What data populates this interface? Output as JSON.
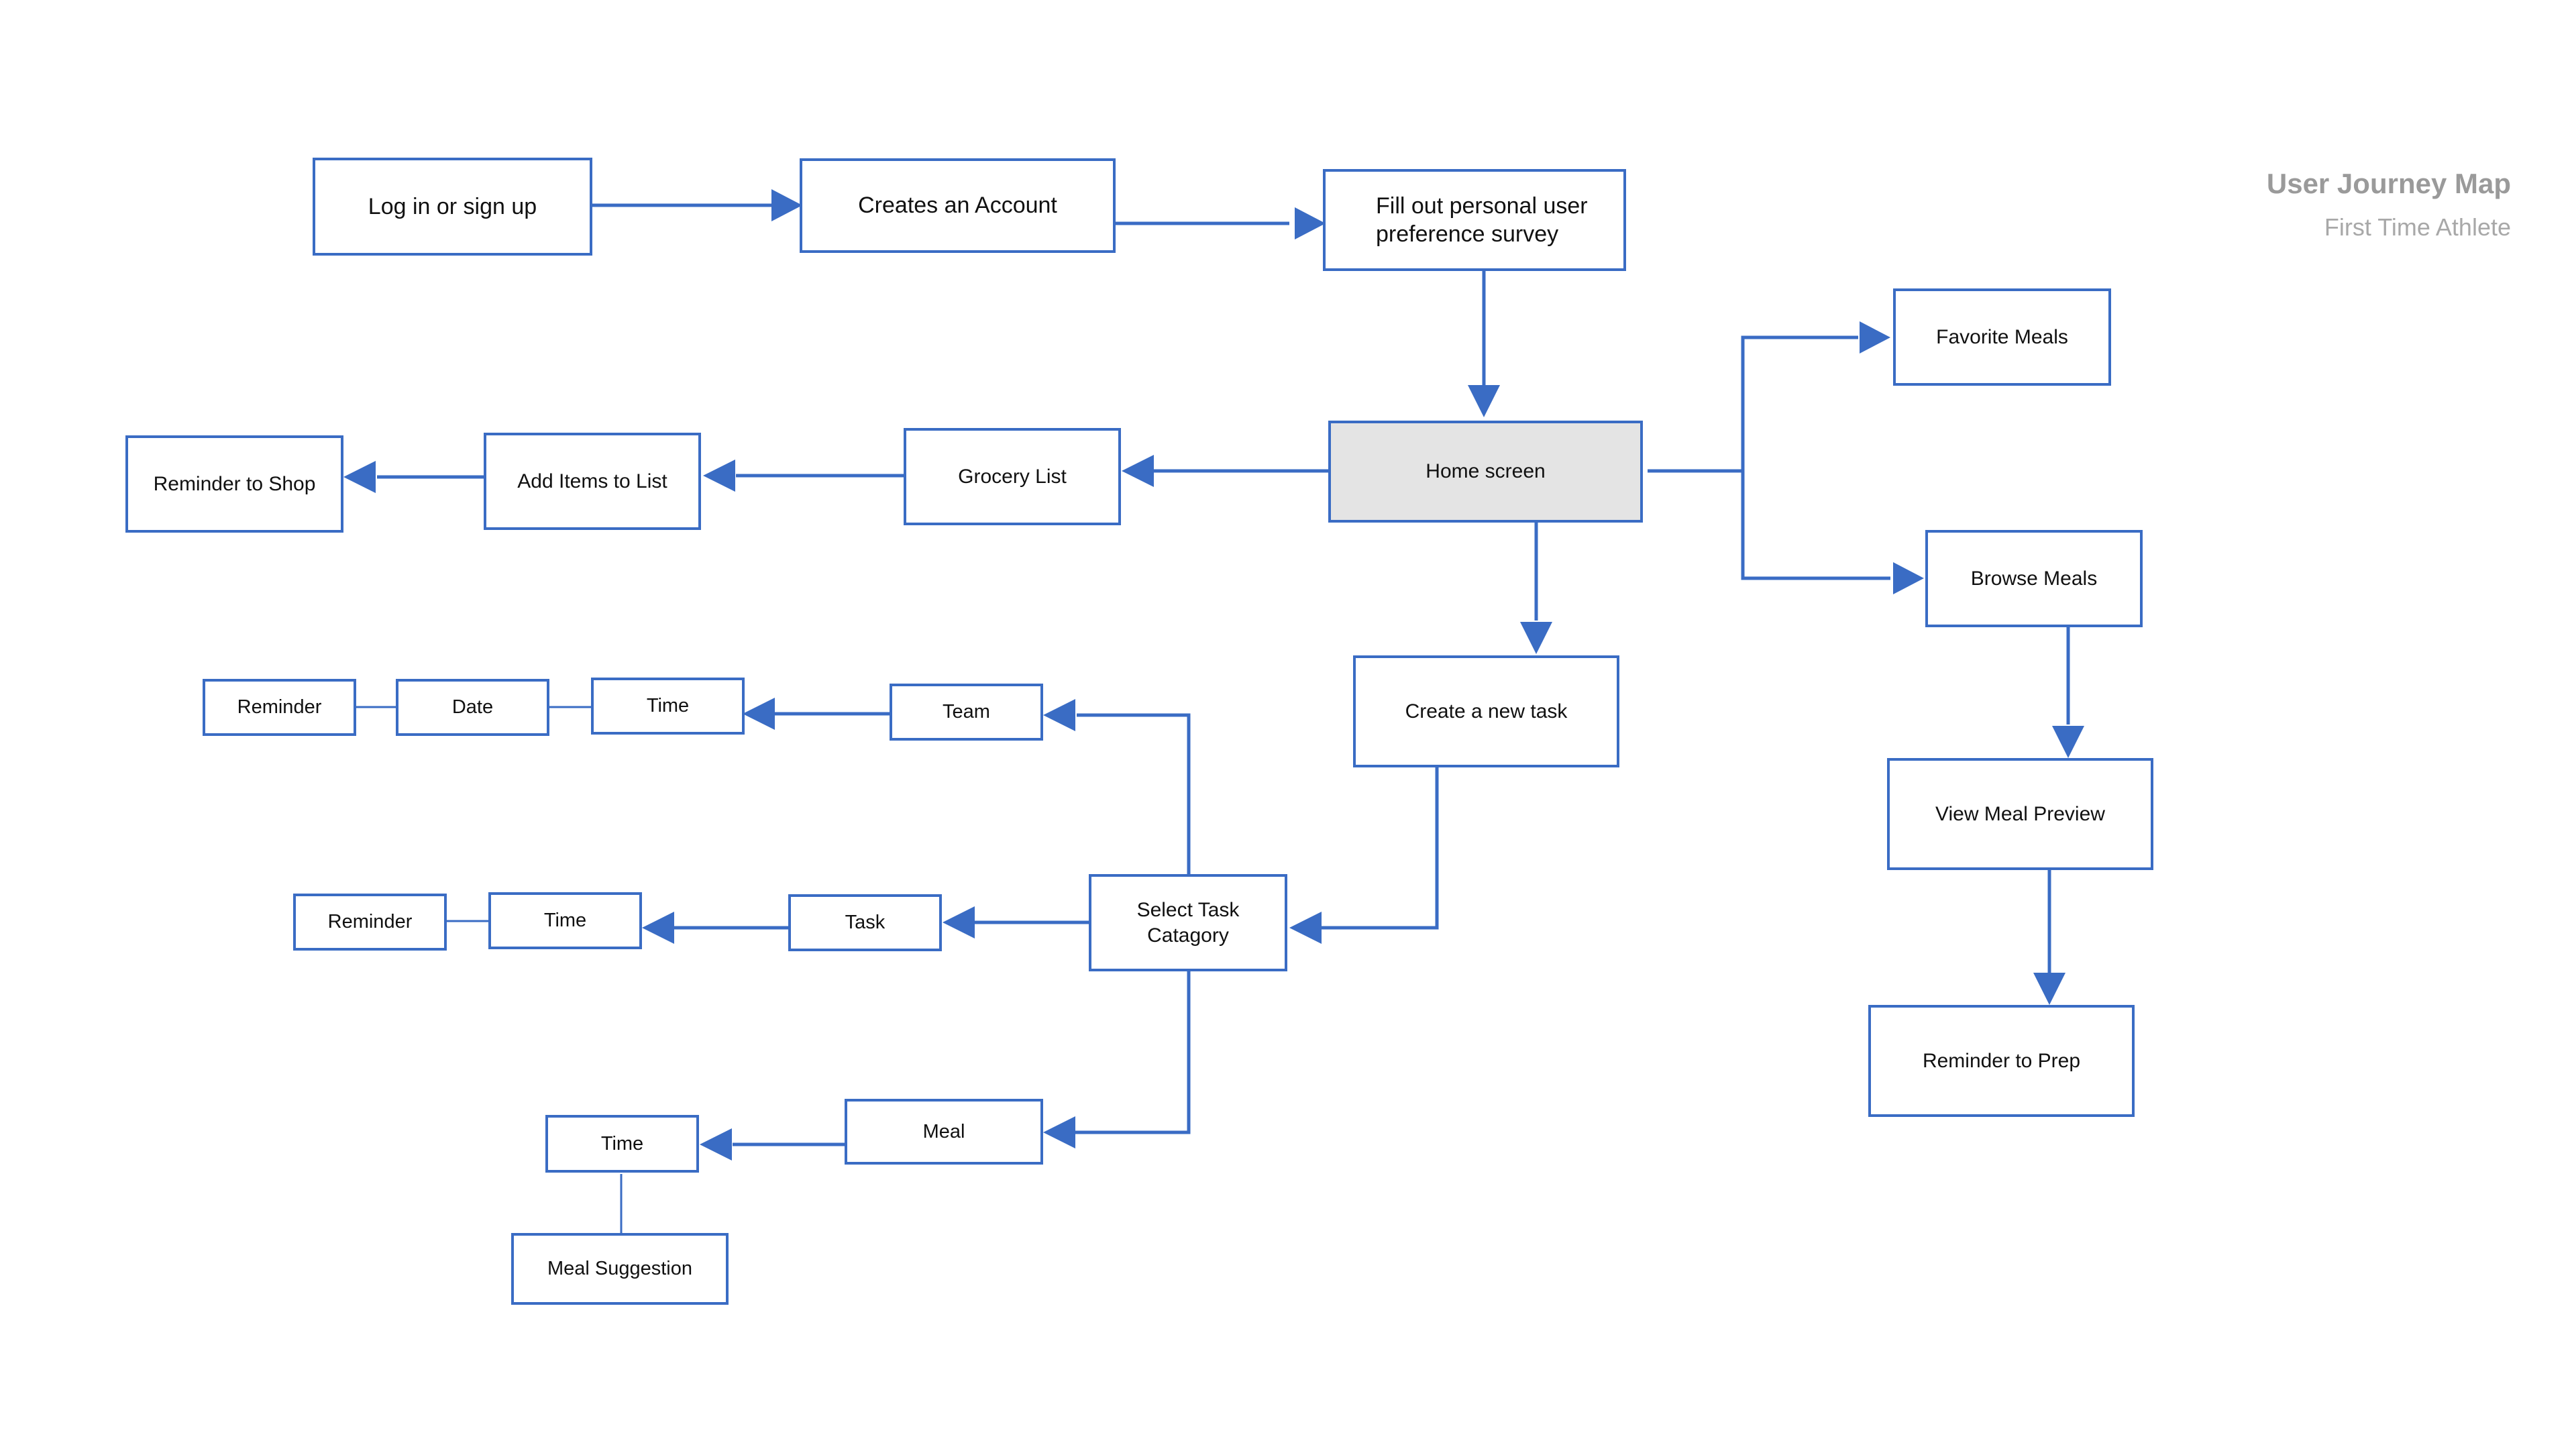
{
  "header": {
    "title": "User Journey Map",
    "subtitle": "First Time Athlete"
  },
  "colors": {
    "stroke": "#3a6cc4",
    "highlight_fill": "#e4e4e4",
    "title": "#9a9a9a"
  },
  "nodes": {
    "login": "Log in or sign up",
    "create_account": "Creates an Account",
    "survey": "Fill out personal user\npreference survey",
    "home": "Home screen",
    "favorite_meals": "Favorite Meals",
    "browse_meals": "Browse Meals",
    "view_meal_preview": "View Meal Preview",
    "reminder_to_prep": "Reminder to Prep",
    "grocery_list": "Grocery List",
    "add_items": "Add Items to List",
    "reminder_to_shop": "Reminder to Shop",
    "create_task": "Create a new task",
    "select_task_category": "Select Task\nCatagory",
    "team": "Team",
    "team_time": "Time",
    "team_date": "Date",
    "team_reminder": "Reminder",
    "task": "Task",
    "task_time": "Time",
    "task_reminder": "Reminder",
    "meal": "Meal",
    "meal_time": "Time",
    "meal_suggestion": "Meal Suggestion"
  }
}
